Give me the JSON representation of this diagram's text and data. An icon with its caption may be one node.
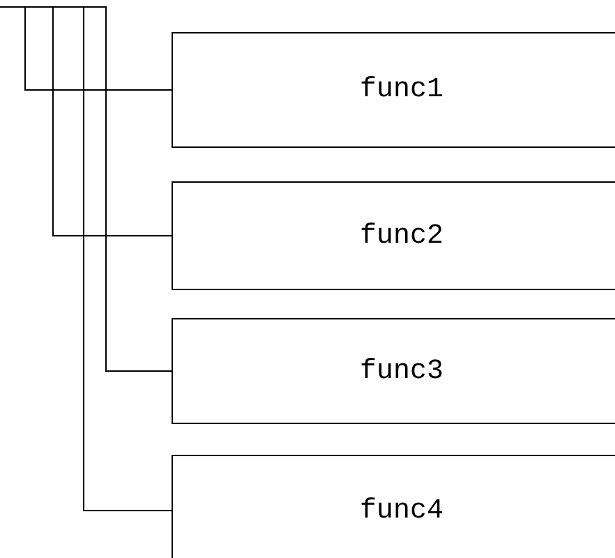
{
  "diagram": {
    "nodes": [
      {
        "text": [
          "func1"
        ]
      },
      {
        "text": [
          "func2"
        ]
      },
      {
        "text": [
          "func3"
        ]
      },
      {
        "text": [
          "func4"
        ]
      }
    ],
    "edges": [
      {
        "from": null,
        "to": 0,
        "arrow": "none"
      },
      {
        "from": null,
        "to": 1,
        "arrow": "none"
      },
      {
        "from": null,
        "to": 2,
        "arrow": "none"
      },
      {
        "from": null,
        "to": 3,
        "arrow": "none"
      }
    ]
  }
}
